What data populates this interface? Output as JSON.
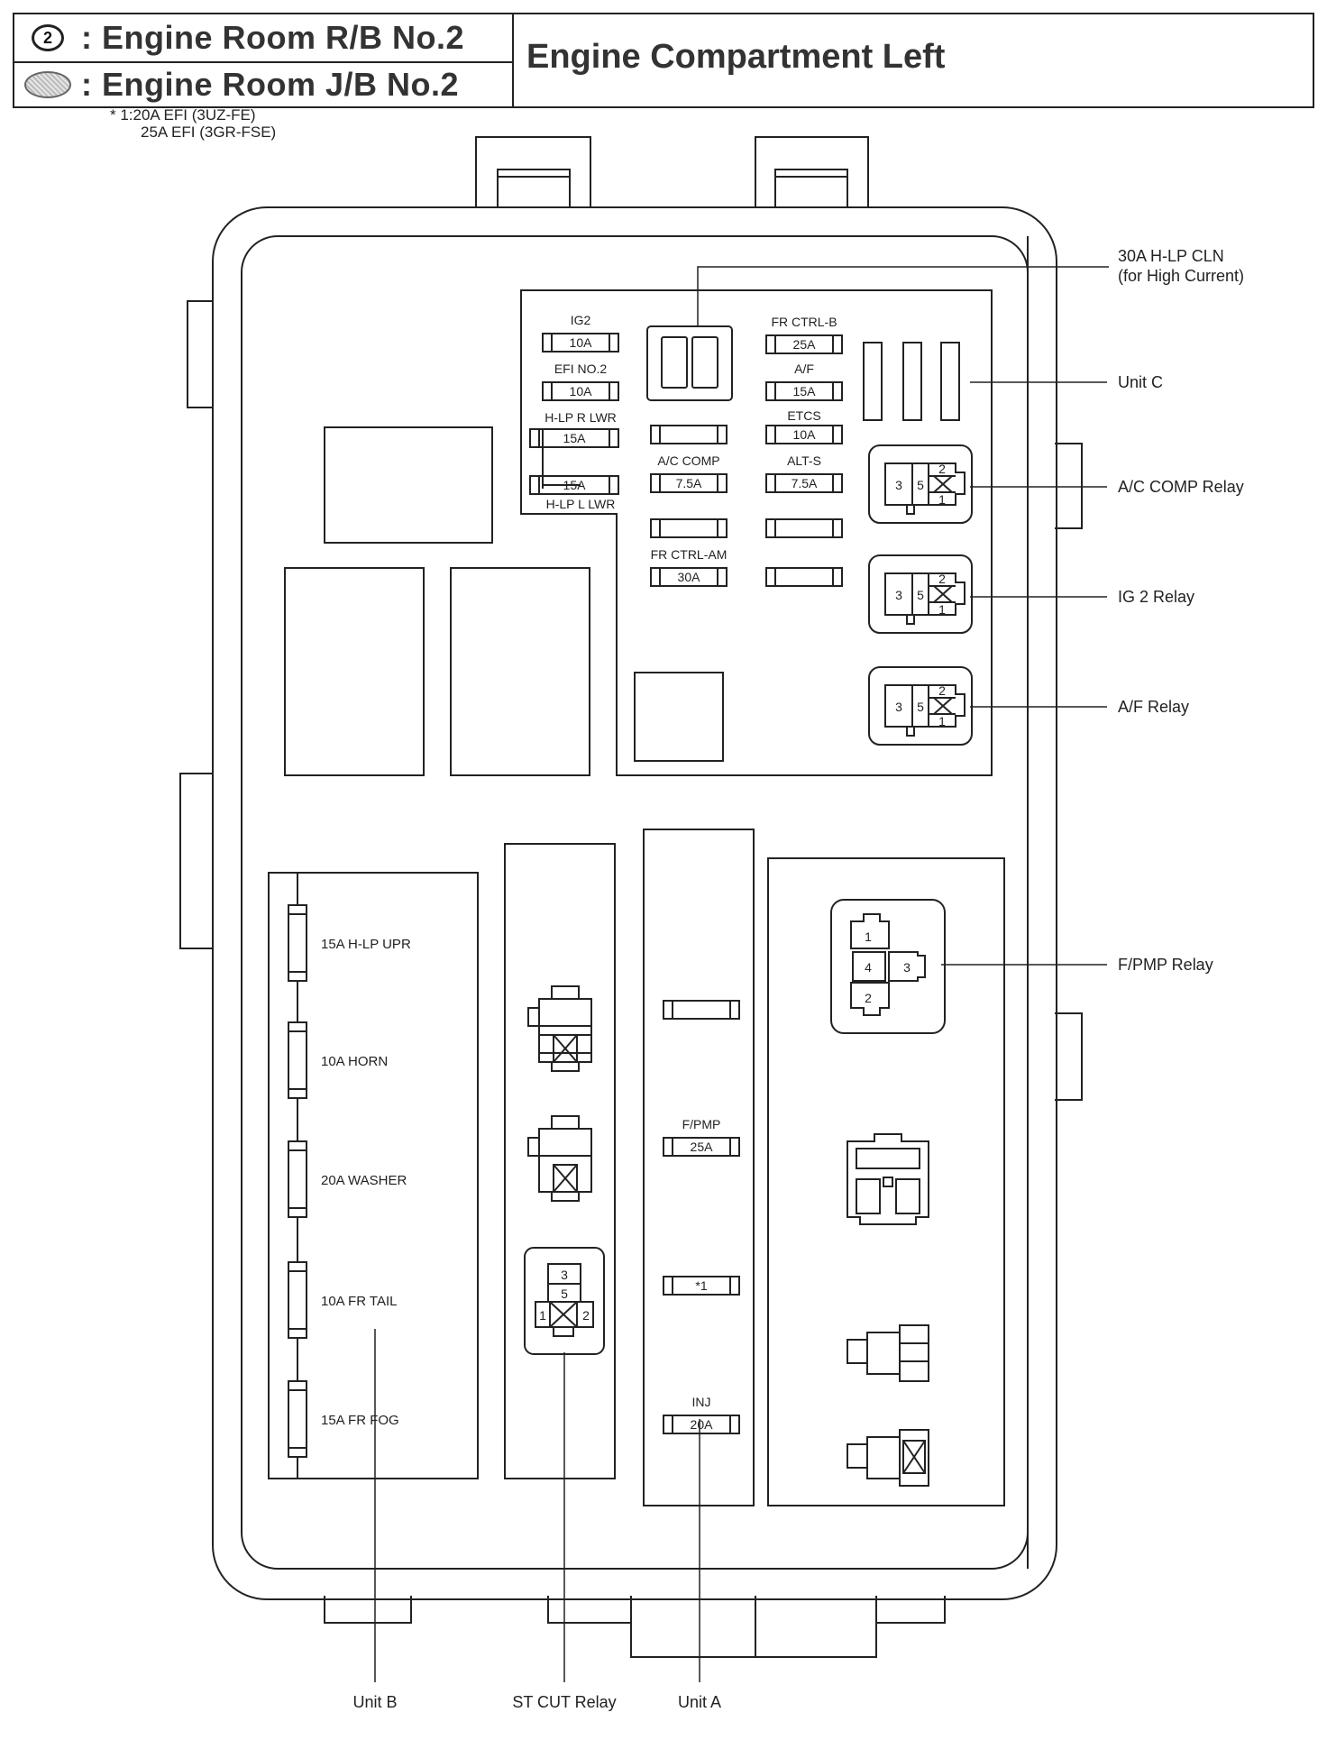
{
  "header": {
    "relay_block_symbol": "2",
    "relay_block_label": ": Engine Room R/B No.2",
    "junction_block_label": ": Engine Room J/B No.2",
    "title": "Engine Compartment Left"
  },
  "note": {
    "line1": "* 1:20A EFI (3UZ-FE)",
    "line2": "25A EFI (3GR-FSE)"
  },
  "fuses": {
    "ig2": {
      "name": "IG2",
      "rating": "10A"
    },
    "efi_no2": {
      "name": "EFI NO.2",
      "rating": "10A"
    },
    "h_lp_r_lwr": {
      "name": "H-LP R LWR",
      "rating": "15A"
    },
    "h_lp_l_lwr": {
      "name": "H-LP L LWR",
      "rating": "15A"
    },
    "ac_comp": {
      "name": "A/C COMP",
      "rating": "7.5A"
    },
    "fr_ctrl_am": {
      "name": "FR CTRL-AM",
      "rating": "30A"
    },
    "fr_ctrl_b": {
      "name": "FR CTRL-B",
      "rating": "25A"
    },
    "af": {
      "name": "A/F",
      "rating": "15A"
    },
    "etcs": {
      "name": "ETCS",
      "rating": "10A"
    },
    "alt_s": {
      "name": "ALT-S",
      "rating": "7.5A"
    },
    "f_pmp": {
      "name": "F/PMP",
      "rating": "25A"
    },
    "efi_star": {
      "rating": "*1"
    },
    "inj": {
      "name": "INJ",
      "rating": "20A"
    }
  },
  "unit_b_fuses": [
    "15A H-LP UPR",
    "10A HORN",
    "20A WASHER",
    "10A FR TAIL",
    "15A FR FOG"
  ],
  "callouts": {
    "h_lp_cln_1": "30A H-LP CLN",
    "h_lp_cln_2": "(for High Current)",
    "unit_c": "Unit C",
    "ac_comp_relay": "A/C COMP Relay",
    "ig2_relay": "IG 2 Relay",
    "af_relay": "A/F Relay",
    "f_pmp_relay": "F/PMP Relay",
    "unit_b": "Unit B",
    "st_cut_relay": "ST CUT Relay",
    "unit_a": "Unit A"
  },
  "relay_pins": {
    "small_relay": [
      "3",
      "5",
      "2",
      "1"
    ],
    "f_pmp_relay": [
      "1",
      "4",
      "3",
      "2"
    ],
    "st_cut_relay": [
      "3",
      "5",
      "1",
      "2"
    ]
  }
}
